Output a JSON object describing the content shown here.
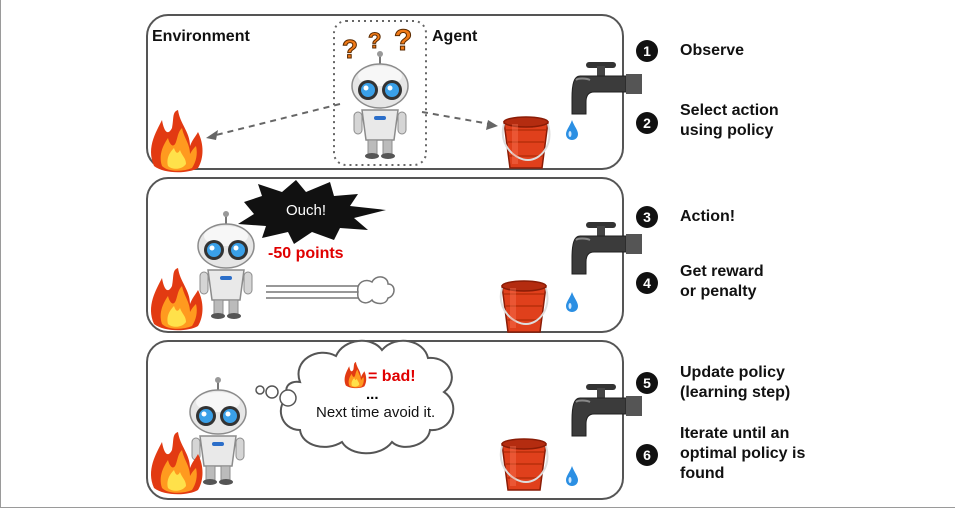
{
  "panel1": {
    "environment_label": "Environment",
    "agent_label": "Agent"
  },
  "panel2": {
    "ouch": "Ouch!",
    "points": "-50 points"
  },
  "panel3": {
    "bad": "= bad!",
    "ellipsis": "...",
    "avoid": "Next time avoid it."
  },
  "steps": [
    {
      "num": "1",
      "text": "Observe"
    },
    {
      "num": "2",
      "text": "Select action\nusing policy"
    },
    {
      "num": "3",
      "text": "Action!"
    },
    {
      "num": "4",
      "text": "Get reward\nor penalty"
    },
    {
      "num": "5",
      "text": "Update policy\n(learning step)"
    },
    {
      "num": "6",
      "text": "Iterate until an\noptimal policy is\nfound"
    }
  ],
  "colors": {
    "fire_outer": "#e23a12",
    "fire_inner": "#ffd21f",
    "bucket": "#e0401c",
    "water": "#2b8fe3",
    "penalty": "#e00000",
    "robot_eye": "#3aa0e8"
  },
  "icons": [
    "fire-icon",
    "robot-icon",
    "bucket-icon",
    "faucet-icon",
    "water-drop-icon",
    "question-mark-icon",
    "explosion-bubble-icon",
    "thought-cloud-icon"
  ]
}
